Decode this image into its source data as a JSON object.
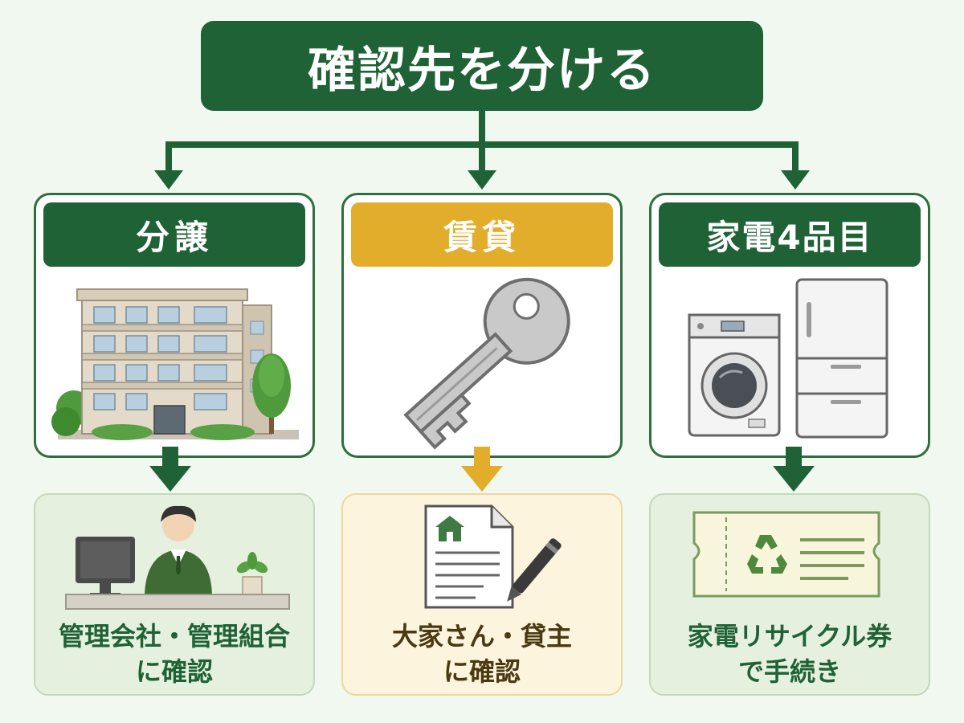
{
  "title": "確認先を分ける",
  "columns": [
    {
      "category": "分譲",
      "icon": "apartment-building-icon",
      "result_icon": "office-staff-at-desk-icon",
      "result_lines": [
        "管理会社・管理組合",
        "に確認"
      ]
    },
    {
      "category": "賃貸",
      "icon": "key-icon",
      "result_icon": "contract-document-with-pen-icon",
      "result_lines": [
        "大家さん・貸主",
        "に確認"
      ]
    },
    {
      "category": "家電4品目",
      "icon": "washing-machine-and-refrigerator-icon",
      "result_icon": "recycle-ticket-icon",
      "result_lines": [
        "家電リサイクル券",
        "で手続き"
      ]
    }
  ],
  "colors": {
    "green": "#1f6236",
    "gold": "#e2ad2a",
    "background": "#f1f8ef"
  }
}
